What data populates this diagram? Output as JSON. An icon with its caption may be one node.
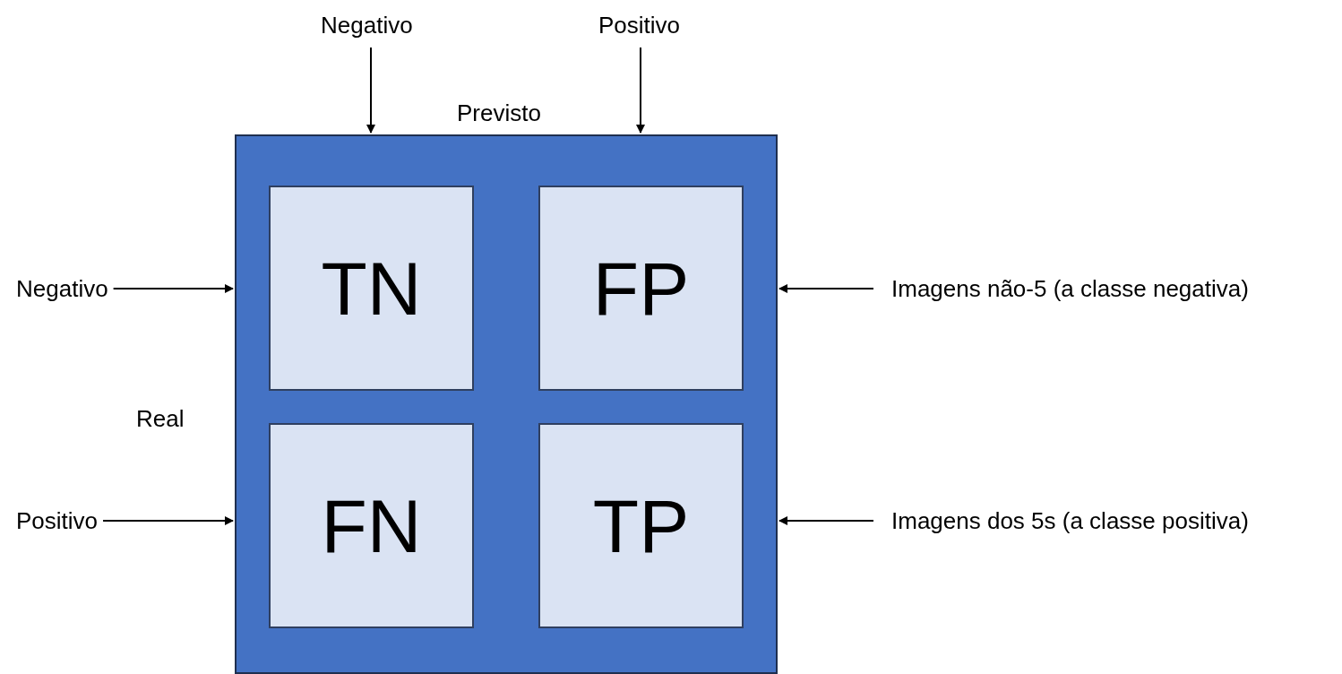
{
  "diagram": {
    "nodes": [
      {
        "text": [],
        "shape": "box"
      },
      {
        "text": [
          "TN"
        ],
        "in": 0
      },
      {
        "text": [
          "FP"
        ],
        "in": 0
      },
      {
        "text": [
          "FN"
        ],
        "in": 0
      },
      {
        "text": [
          "TP"
        ],
        "in": 0
      },
      {
        "text": [
          "Negativo"
        ]
      },
      {
        "text": [
          "Positivo"
        ]
      },
      {
        "text": [
          "Negativo"
        ]
      },
      {
        "text": [
          "Imagens não-5 (a classe negativa)"
        ]
      },
      {
        "text": [
          "Positivo"
        ]
      },
      {
        "text": [
          "Imagens dos 5s (a classe positiva)"
        ]
      }
    ],
    "edges": [
      {
        "from": 5,
        "to": 0,
        "arrow": "to"
      },
      {
        "from": 6,
        "to": 0,
        "arrow": "to"
      },
      {
        "from": 7,
        "to": 0,
        "arrow": "to"
      },
      {
        "from": 8,
        "to": 0,
        "arrow": "to"
      },
      {
        "from": 9,
        "to": 0,
        "arrow": "to"
      },
      {
        "from": 10,
        "to": 0,
        "arrow": "to"
      }
    ],
    "labels": [
      "Previsto",
      "Real"
    ]
  }
}
